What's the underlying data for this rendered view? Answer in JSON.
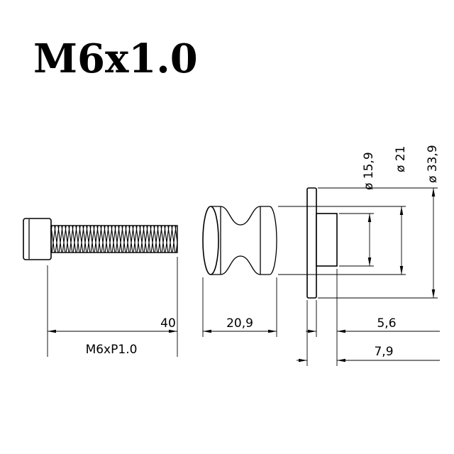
{
  "title": "M6x1.0",
  "dimensions": {
    "bolt_length": "40",
    "bolt_thread": "M6xP1.0",
    "knob_length": "20,9",
    "boss_length": "5,6",
    "total_depth": "7,9",
    "dia_boss": "ø 15,9",
    "dia_knob": "ø 21",
    "dia_flange": "ø 33,9"
  },
  "colors": {
    "line": "#000000",
    "background": "#ffffff"
  }
}
